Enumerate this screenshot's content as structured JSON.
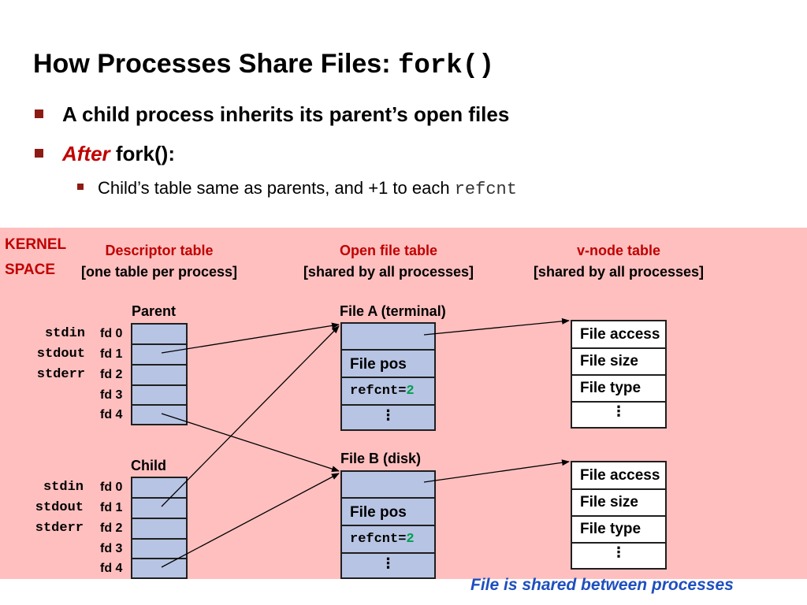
{
  "title": {
    "text": "How Processes Share Files: ",
    "code": "fork()"
  },
  "bullets": [
    {
      "text": "A child process inherits its parent’s open files"
    },
    {
      "emphasis": "After",
      "text": " fork():"
    }
  ],
  "sub_bullet": {
    "text": "Child’s table same as parents, and +1 to each ",
    "code": "refcnt"
  },
  "kernel_label": {
    "line1": "KERNEL",
    "line2": "SPACE"
  },
  "headers": {
    "descriptor": {
      "title": "Descriptor table",
      "subtitle": "[one table per process]"
    },
    "open_file": {
      "title": "Open file table",
      "subtitle": "[shared by all processes]"
    },
    "vnode": {
      "title": "v-node table",
      "subtitle": "[shared by all processes]"
    }
  },
  "parent": {
    "label": "Parent",
    "streams": [
      "stdin",
      "stdout",
      "stderr"
    ],
    "fds": [
      "fd 0",
      "fd 1",
      "fd 2",
      "fd 3",
      "fd 4"
    ]
  },
  "child": {
    "label": "Child",
    "streams": [
      "stdin",
      "stdout",
      "stderr"
    ],
    "fds": [
      "fd 0",
      "fd 1",
      "fd 2",
      "fd 3",
      "fd 4"
    ]
  },
  "file_a": {
    "label": "File A (terminal)",
    "pos": "File pos",
    "refcnt_label": "refcnt=",
    "refcnt_value": "2",
    "ellipsis": "⋮"
  },
  "file_b": {
    "label": "File B (disk)",
    "pos": "File pos",
    "refcnt_label": "refcnt=",
    "refcnt_value": "2",
    "ellipsis": "⋮"
  },
  "vnode_a": {
    "rows": [
      "File access",
      "File size",
      "File type"
    ],
    "ellipsis": "⋮"
  },
  "vnode_b": {
    "rows": [
      "File access",
      "File size",
      "File type"
    ],
    "ellipsis": "⋮"
  },
  "footer": "File is shared between processes",
  "colors": {
    "kernel_bg": "#ffbfbf",
    "table_fill": "#b7c4e3",
    "accent_red": "#c00000",
    "refcnt_green": "#00a050",
    "footer_blue": "#1f4fbf"
  }
}
